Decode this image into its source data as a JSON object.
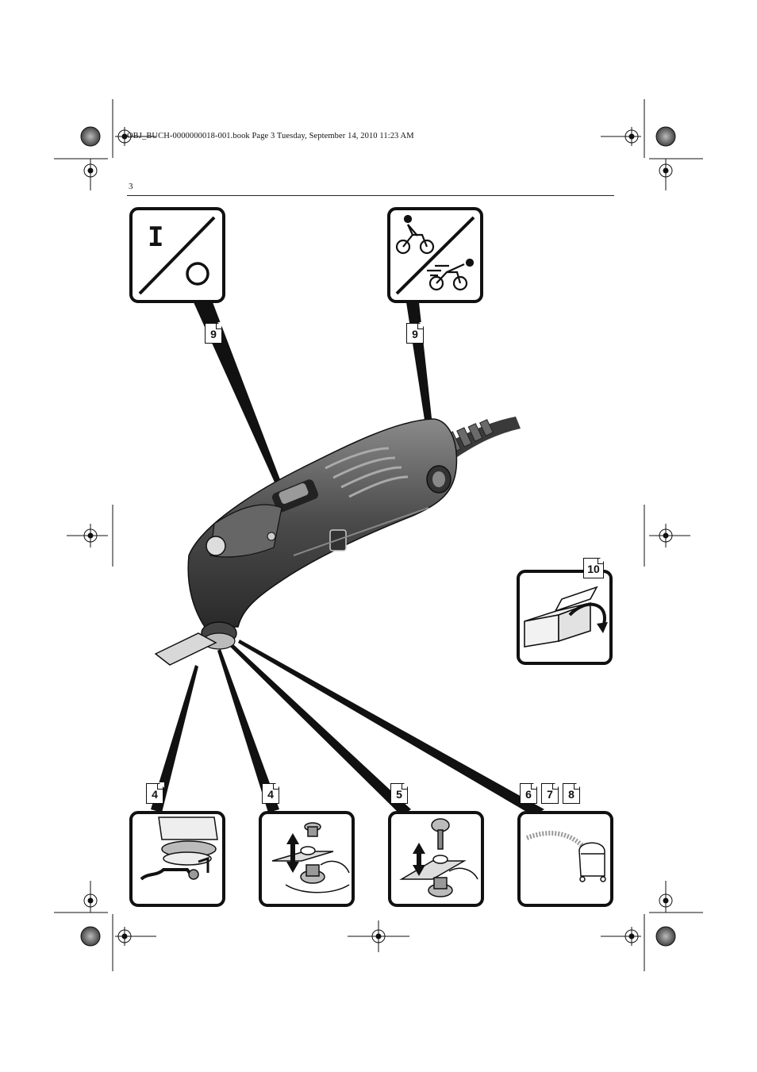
{
  "header": {
    "file_line": "OBJ_BUCH-0000000018-001.book  Page 3  Tuesday, September 14, 2010  11:23 AM",
    "page_number": "3"
  },
  "callouts": {
    "switch_ref": "9",
    "speed_ref": "9",
    "box_ref": "10",
    "ref_a": "4",
    "ref_b": "4",
    "ref_c": "5",
    "ref_d1": "6",
    "ref_d2": "7",
    "ref_d3": "8"
  },
  "icons": {
    "switch_on_symbol": "I",
    "colors": {
      "line": "#111111",
      "tool_body": "#555555",
      "tool_dark": "#2a2a2a",
      "blade": "#d8d8d8"
    }
  }
}
